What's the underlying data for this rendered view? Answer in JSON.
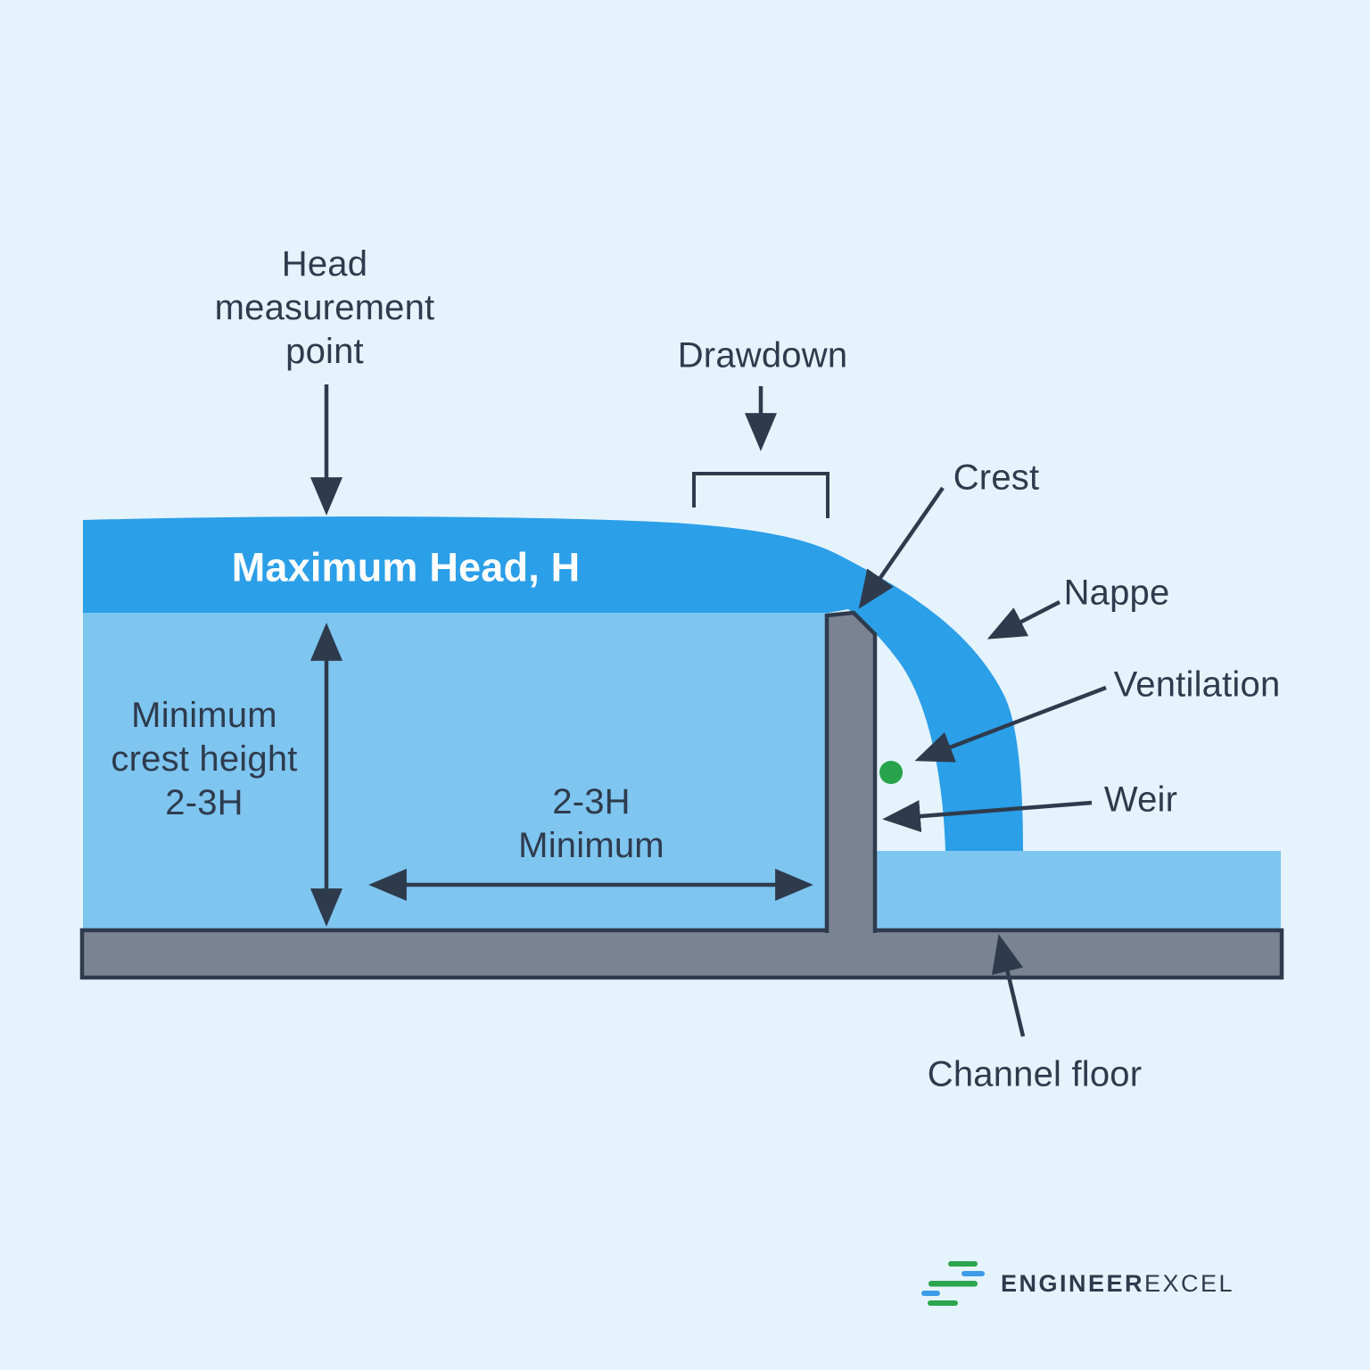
{
  "diagram": {
    "labels": {
      "head_measurement_point": "Head\nmeasurement\npoint",
      "drawdown": "Drawdown",
      "crest": "Crest",
      "nappe": "Nappe",
      "ventilation": "Ventilation",
      "weir": "Weir",
      "maximum_head": "Maximum Head, H",
      "min_crest_height": "Minimum\ncrest height\n2-3H",
      "min_upstream_width": "2-3H\nMinimum",
      "channel_floor": "Channel floor"
    },
    "colors": {
      "background": "#E5F3FC",
      "water_dark": "#2B9FE8",
      "water_light": "#7EC5F0",
      "structure_gray": "#7A8391",
      "outline_navy": "#2E3B4D",
      "ventilation_green": "#27A34C"
    }
  },
  "logo": {
    "brand_bold": "ENGINEER",
    "brand_light": "EXCEL",
    "icon_green": "#2CA54E",
    "icon_blue": "#3D9CE8"
  }
}
